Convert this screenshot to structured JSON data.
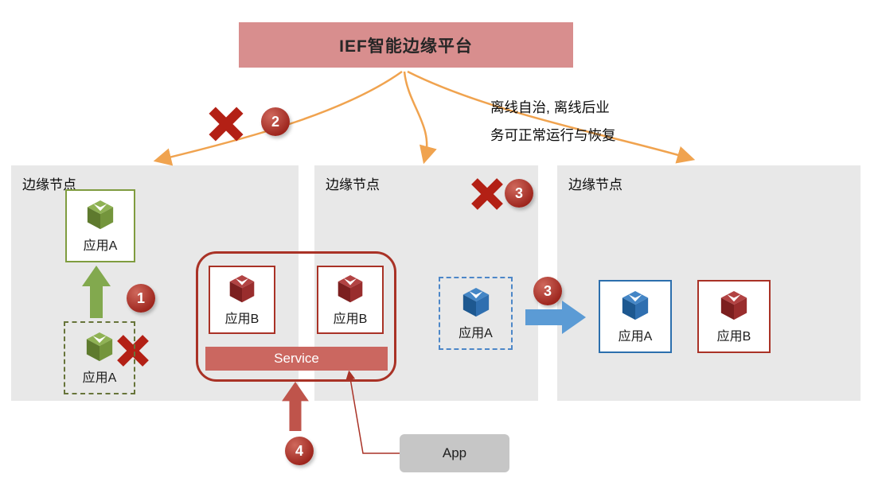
{
  "banner": {
    "title": "IEF智能边缘平台"
  },
  "note": {
    "line1": "离线自治, 离线后业",
    "line2": "务可正常运行与恢复"
  },
  "badges": {
    "step1": "1",
    "step2": "2",
    "step3_offline": "3",
    "step3_migrate": "3",
    "step4": "4"
  },
  "node1": {
    "label": "边缘节点",
    "app_a_running": "应用A",
    "app_a_failed": "应用A",
    "app_b_left": "应用B",
    "app_b_right": "应用B",
    "service_label": "Service"
  },
  "node2": {
    "label": "边缘节点",
    "app_a_offline": "应用A"
  },
  "node3": {
    "label": "边缘节点",
    "app_a_migrated": "应用A",
    "app_b": "应用B"
  },
  "app_callout": {
    "label": "App"
  },
  "colors": {
    "banner_bg": "#d88e8e",
    "panel_bg": "#e8e8e8",
    "accent_red": "#a93226",
    "cross_red": "#b32015",
    "badge_red": "#9c241c",
    "green": "#7f9c3f",
    "blue": "#2c6fad",
    "arrow_blue": "#5b9bd5",
    "connector_orange": "#f0a34f",
    "service_bg": "#cb6760"
  }
}
